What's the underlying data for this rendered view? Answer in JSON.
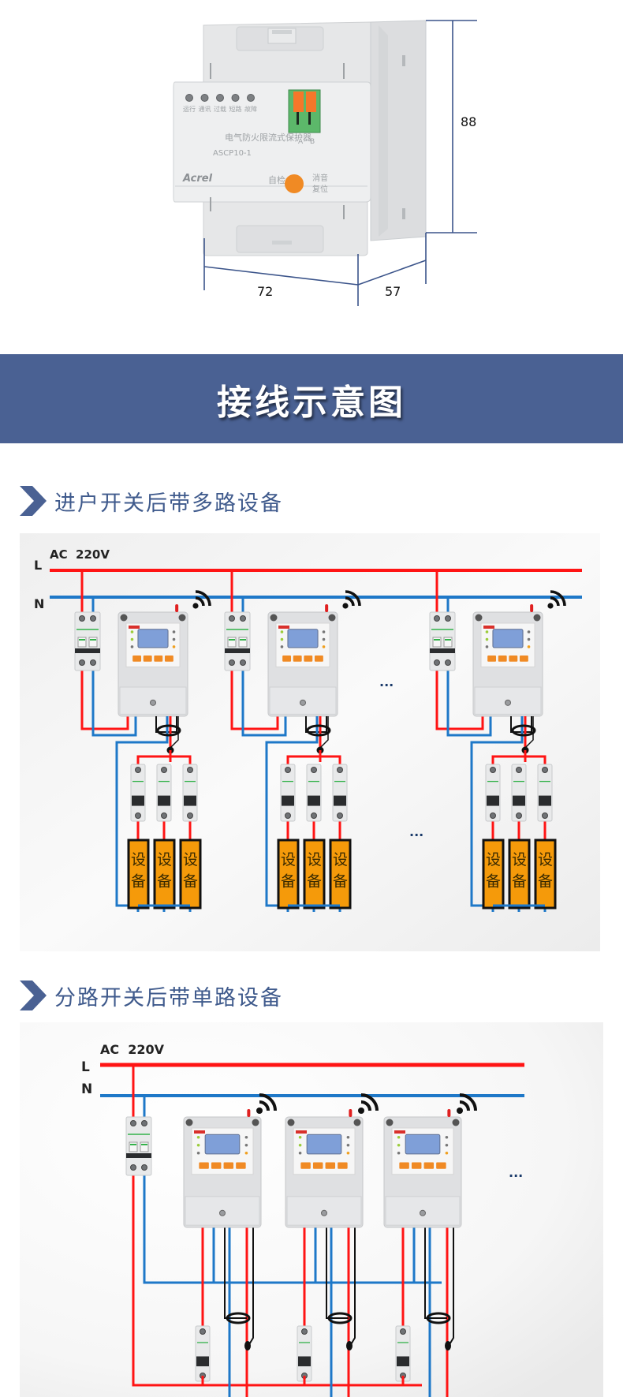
{
  "product": {
    "leds": [
      "运行",
      "通讯",
      "过载",
      "短路",
      "故障"
    ],
    "device_name": "电气防火限流式保护器",
    "model": "ASCP10-1",
    "brand": "Acrel",
    "terminal_labels": [
      "A",
      "B"
    ],
    "self_test_label": "自检",
    "reset_label": [
      "消音",
      "复位"
    ],
    "dimensions": {
      "height": "88",
      "width": "72",
      "depth": "57"
    },
    "colors": {
      "dimension_line": "#3b548a",
      "button": "#f08a24",
      "terminal": "#5cb86a",
      "terminal_lever": "#f5772a"
    }
  },
  "banner": {
    "title": "接线示意图",
    "color": "#4a6193"
  },
  "section1": {
    "title": "进户开关后带多路设备",
    "voltage_label": "AC  220V",
    "line_L": "L",
    "line_N": "N",
    "ellipsis": "···",
    "groups": 3,
    "devices_per_group": 3,
    "load_label": [
      "设",
      "备"
    ]
  },
  "section2": {
    "title": "分路开关后带单路设备",
    "voltage_label": "AC  220V",
    "line_L": "L",
    "line_N": "N",
    "ellipsis": "···",
    "protectors": 3
  },
  "colors": {
    "live": "#ff1414",
    "neutral": "#1e78c8",
    "load_fill": "#f59a0a",
    "heading": "#3f5a8c"
  }
}
